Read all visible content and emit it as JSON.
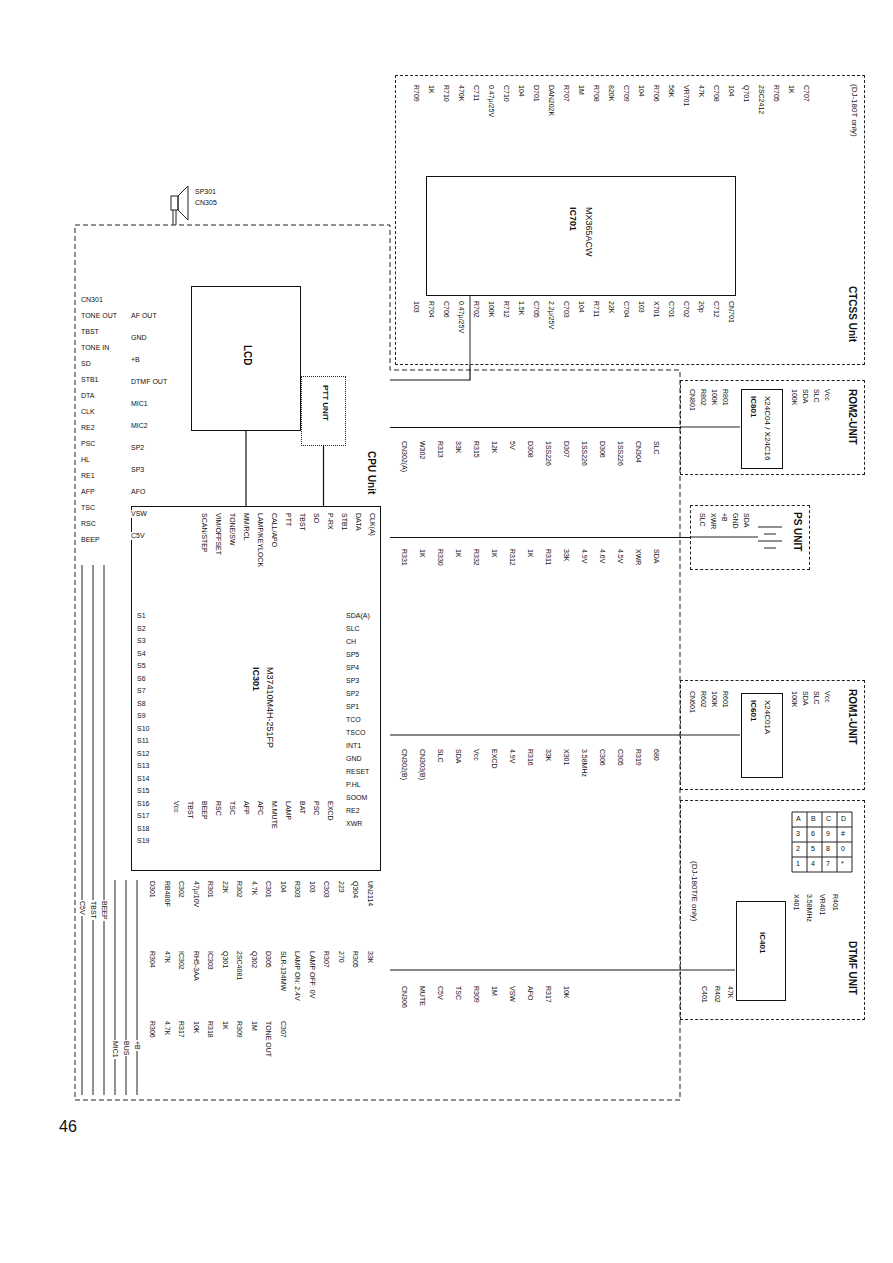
{
  "diagram": {
    "nodes": [
      {
        "text": [
          "CTCSS Unit",
          "(DJ-180T only)"
        ]
      },
      {
        "text": [
          "IC701",
          "MX365ACW"
        ],
        "in": 0
      },
      {
        "text": [
          "ROM2-UNIT"
        ]
      },
      {
        "text": [
          "IC801",
          "X24C04 / X24C16"
        ],
        "in": 2
      },
      {
        "text": [
          "PS UNIT"
        ]
      },
      {
        "text": [
          "ROM1-UNIT"
        ]
      },
      {
        "text": [
          "IC601",
          "X24C01A"
        ],
        "in": 5
      },
      {
        "text": [
          "DTMF UNIT",
          "(DJ-180T/E only)"
        ]
      },
      {
        "text": [
          "IC401"
        ],
        "in": 7
      },
      {
        "text": [
          "CPU Unit"
        ]
      },
      {
        "text": [
          "PTT UNIT"
        ],
        "in": 9
      },
      {
        "text": [
          "LCD"
        ],
        "in": 9
      },
      {
        "text": [
          "IC301",
          "M37410M4H-251FP"
        ],
        "in": 9
      }
    ],
    "edges": [
      {
        "from": 0,
        "to": 9,
        "arrow": "none"
      },
      {
        "from": 2,
        "to": 9,
        "arrow": "none"
      },
      {
        "from": 4,
        "to": 9,
        "arrow": "none"
      },
      {
        "from": 5,
        "to": 9,
        "arrow": "none"
      },
      {
        "from": 7,
        "to": 9,
        "arrow": "none"
      },
      {
        "from": 10,
        "to": 12,
        "arrow": "none"
      },
      {
        "from": 11,
        "to": 12,
        "arrow": "none"
      }
    ],
    "labels": [
      "46",
      "R709",
      "1K",
      "R710",
      "470K",
      "C711",
      "0.47μ/25V",
      "C710",
      "104",
      "D701",
      "DAN202K",
      "R707",
      "1M",
      "R708",
      "820K",
      "C709",
      "104",
      "R706",
      "56K",
      "VR701",
      "47K",
      "C708",
      "104",
      "Q701",
      "2SC2412",
      "R705",
      "1K",
      "C707",
      "103",
      "R704",
      "C706",
      "0.47μ/25V",
      "R702",
      "100K",
      "R712",
      "1.5K",
      "C705",
      "2.2μ/25V",
      "C703",
      "104",
      "R711",
      "22K",
      "C704",
      "103",
      "X701",
      "C701",
      "C702",
      "20p",
      "C712",
      "CN701",
      "CN301",
      "TONE OUT",
      "TBST",
      "TONE IN",
      "SD",
      "STB1",
      "DTA",
      "CLK",
      "RE2",
      "PSC",
      "HL",
      "RE1",
      "AFP",
      "TSC",
      "RSC",
      "BEEP",
      "AF OUT",
      "GND",
      "+B",
      "DTMF OUT",
      "MIC1",
      "MIC2",
      "SP2",
      "SP3",
      "AFO",
      "VSW",
      "C5V",
      "SP301",
      "CN305",
      "SCAN/STEP",
      "VIM/OFFSET",
      "TONE/SW",
      "MM/RCL",
      "LAMP/KEYLOCK",
      "CALL/APO",
      "PTT",
      "TBST",
      "SO",
      "P-RX",
      "STB1",
      "DATA",
      "CLK(A)",
      "SDA(A)",
      "SLC",
      "CH",
      "SP5",
      "SP4",
      "SP3",
      "SP2",
      "SP1",
      "TCO",
      "TSCO",
      "INT1",
      "GND",
      "RESET",
      "P.HL",
      "SOOM",
      "RE2",
      "XWR",
      "S1",
      "S2",
      "S3",
      "S4",
      "S5",
      "S6",
      "S7",
      "S8",
      "S9",
      "S10",
      "S11",
      "S12",
      "S13",
      "S14",
      "S15",
      "S16",
      "S17",
      "S18",
      "S19",
      "Vcc",
      "TBST",
      "BEEP",
      "RSC",
      "TSC",
      "AFP",
      "AFC",
      "M.MUTE",
      "LAMP",
      "BAT",
      "PSC",
      "EXCD",
      "D301",
      "RB480F",
      "C302",
      "47μ/10V",
      "R301",
      "22K",
      "R302",
      "4.7K",
      "C301",
      "104",
      "R303",
      "103",
      "C303",
      "223",
      "Q304",
      "UN2114",
      "R304",
      "47K",
      "IC302",
      "RH5-3AA",
      "IC303",
      "Q301",
      "2SC4081",
      "Q302",
      "D305",
      "SLR-134MW",
      "LAMP ON: 2.4V",
      "LAMP OFF: 0V",
      "R307",
      "270",
      "R305",
      "33K",
      "R306",
      "4.7K",
      "R317",
      "10K",
      "R318",
      "1K",
      "R309",
      "1M",
      "TONE OUT",
      "C307",
      "C5V",
      "TBST",
      "BEEP",
      "MIC1",
      "BUS",
      "+B",
      "CN302(A)",
      "W302",
      "R313",
      "33K",
      "R315",
      "12K",
      "5V",
      "D308",
      "1SS226",
      "D307",
      "1SS226",
      "D306",
      "1SS226",
      "CN304",
      "SLC",
      "R331",
      "1K",
      "R330",
      "1K",
      "R332",
      "1K",
      "R312",
      "1K",
      "R311",
      "33K",
      "4.9V",
      "4.6V",
      "4.5V",
      "XWR",
      "SDA",
      "CN302(B)",
      "CN303(B)",
      "SLC",
      "SDA",
      "Vcc",
      "EXCD",
      "4.9V",
      "R316",
      "33K",
      "X301",
      "3.58MHz",
      "C306",
      "C305",
      "R319",
      "680",
      "CN306",
      "MUTE",
      "C5V",
      "TSC",
      "R309",
      "1M",
      "VSW",
      "AFO",
      "R317",
      "10K",
      "CN801",
      "R802",
      "100K",
      "R801",
      "100K",
      "SDA",
      "SLC",
      "Vcc",
      "SLC",
      "XWR",
      "+B",
      "GND",
      "SDA",
      "CN601",
      "R602",
      "100K",
      "R601",
      "100K",
      "SDA",
      "SLC",
      "Vcc",
      "A",
      "B",
      "C",
      "D",
      "3",
      "6",
      "9",
      "#",
      "2",
      "5",
      "8",
      "0",
      "1",
      "4",
      "7",
      "*",
      "X401",
      "3.58MHz",
      "VR401",
      "R401",
      "C401",
      "R402",
      "47K"
    ]
  }
}
